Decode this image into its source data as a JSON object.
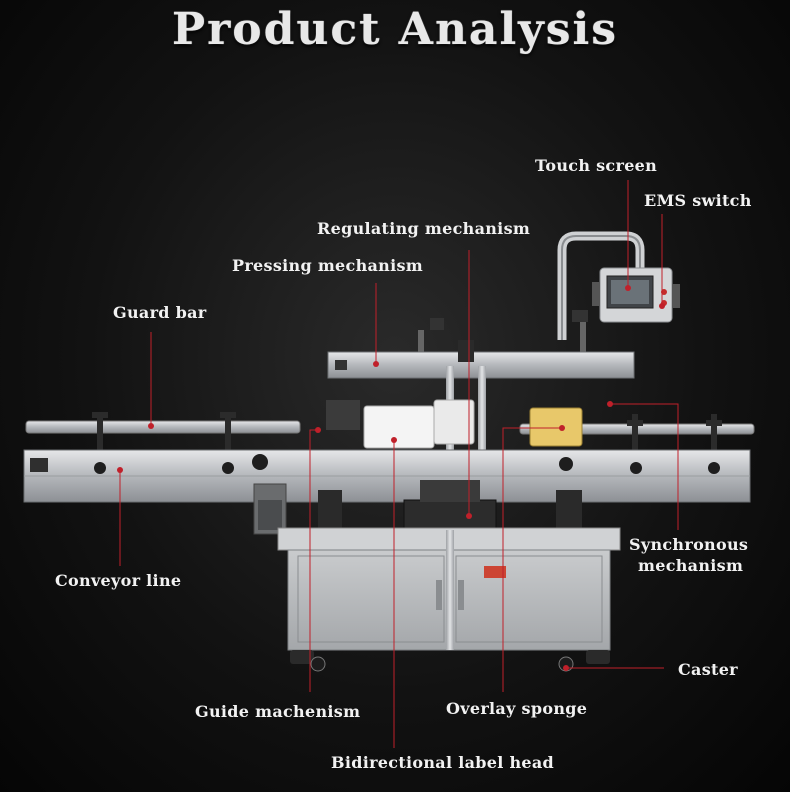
{
  "title": "Product Analysis",
  "labels": {
    "touch_screen": "Touch screen",
    "ems_switch": "EMS switch",
    "regulating_mechanism": "Regulating mechanism",
    "pressing_mechanism": "Pressing mechanism",
    "guard_bar": "Guard bar",
    "conveyor_line": "Conveyor line",
    "synchronous_mechanism_line1": "Synchronous",
    "synchronous_mechanism_line2": "mechanism",
    "caster": "Caster",
    "guide_mechanism": "Guide machenism",
    "overlay_sponge": "Overlay sponge",
    "bidirectional_label_head": "Bidirectional label head"
  },
  "colors": {
    "leader_line": "#c0202a",
    "background": "#121212",
    "text": "#f2f2f2",
    "steel": "#b9bcc0",
    "label_roll": "#e8c86a"
  }
}
